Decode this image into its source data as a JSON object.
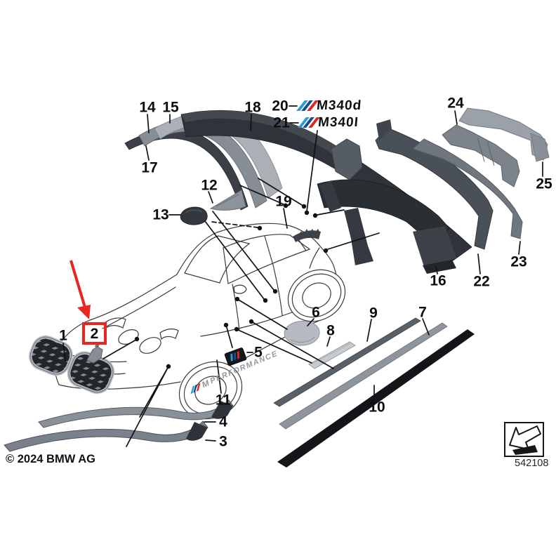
{
  "diagram": {
    "copyright": "© 2024 BMW AG",
    "sheet_number": "542108",
    "highlighted_callout": "2"
  },
  "badges": {
    "label_20_text": "M340d",
    "label_21_text": "M340I",
    "decal_m": "M",
    "decal_text": "PERFORMANCE"
  },
  "colors": {
    "highlight_red": "#e8251f",
    "m_light_blue": "#2e9bd6",
    "m_dark_blue": "#1b4a8f",
    "m_red": "#d92b1f"
  },
  "callouts": [
    {
      "label": "1"
    },
    {
      "label": "2"
    },
    {
      "label": "3"
    },
    {
      "label": "4"
    },
    {
      "label": "5"
    },
    {
      "label": "6"
    },
    {
      "label": "7"
    },
    {
      "label": "8"
    },
    {
      "label": "9"
    },
    {
      "label": "10"
    },
    {
      "label": "11"
    },
    {
      "label": "12"
    },
    {
      "label": "13"
    },
    {
      "label": "14"
    },
    {
      "label": "15"
    },
    {
      "label": "16"
    },
    {
      "label": "17"
    },
    {
      "label": "18"
    },
    {
      "label": "19"
    },
    {
      "label": "20"
    },
    {
      "label": "21"
    },
    {
      "label": "22"
    },
    {
      "label": "23"
    },
    {
      "label": "24"
    },
    {
      "label": "25"
    }
  ]
}
